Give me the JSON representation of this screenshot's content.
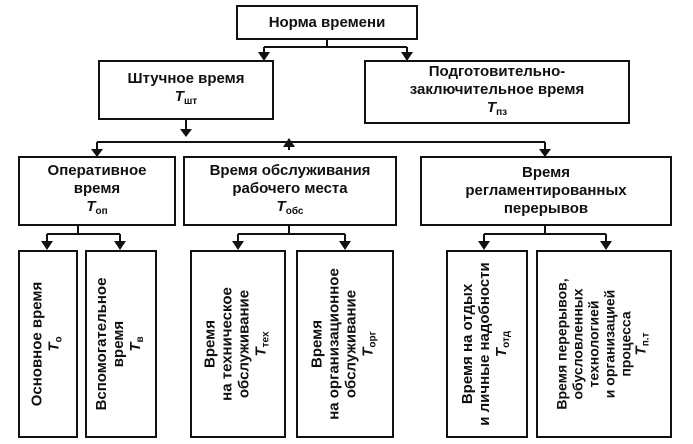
{
  "root": {
    "label": "Норма времени"
  },
  "level1": {
    "piece": {
      "label": "Штучное время",
      "symbol": "T",
      "sub": "шт"
    },
    "prep": {
      "line1": "Подготовительно-",
      "line2": "заключительное время",
      "symbol": "T",
      "sub": "пз"
    }
  },
  "level2": {
    "operative": {
      "line1": "Оперативное",
      "line2": "время",
      "symbol": "T",
      "sub": "оп"
    },
    "service": {
      "line1": "Время обслуживания",
      "line2": "рабочего места",
      "symbol": "T",
      "sub": "обс"
    },
    "breaks": {
      "line1": "Время",
      "line2": "регламентированных",
      "line3": "перерывов"
    }
  },
  "level3": {
    "main": {
      "line1": "Основное время",
      "symbol": "T",
      "sub": "о"
    },
    "aux": {
      "line1": "Вспомогательное",
      "line2": "время",
      "symbol": "T",
      "sub": "в"
    },
    "tech": {
      "line1": "Время",
      "line2": "на техническое",
      "line3": "обслуживание",
      "symbol": "T",
      "sub": "тех"
    },
    "org": {
      "line1": "Время",
      "line2": "на организационное",
      "line3": "обслуживание",
      "symbol": "T",
      "sub": "орг"
    },
    "rest": {
      "line1": "Время на отдых",
      "line2": "и личные надобности",
      "symbol": "T",
      "sub": "отд"
    },
    "tproc": {
      "line1": "Время перерывов,",
      "line2": "обусловленных",
      "line3": "технологией",
      "line4": "и организацией",
      "line5": "процесса",
      "symbol": "T",
      "sub": "п.т"
    }
  }
}
